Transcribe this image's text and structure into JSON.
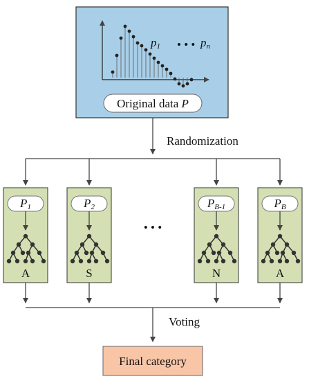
{
  "top_panel": {
    "label_prefix": "Original data",
    "label_var": "P",
    "p1_base": "p",
    "p1_sub": "1",
    "ellipsis": "• • •",
    "pn_base": "p",
    "pn_sub": "n",
    "fill_color": "#a9cfe8"
  },
  "randomization_label": "Randomization",
  "middle_ellipsis": "• • •",
  "voting_label": "Voting",
  "final_label": "Final category",
  "final_fill_color": "#f8c6a7",
  "tree_fill_color": "#d4e0b3",
  "trees": [
    {
      "p_base": "P",
      "p_sub": "1",
      "result": "A"
    },
    {
      "p_base": "P",
      "p_sub": "2",
      "result": "S"
    },
    {
      "p_base": "P",
      "p_sub": "B-1",
      "result": "N"
    },
    {
      "p_base": "P",
      "p_sub": "B",
      "result": "A"
    }
  ]
}
